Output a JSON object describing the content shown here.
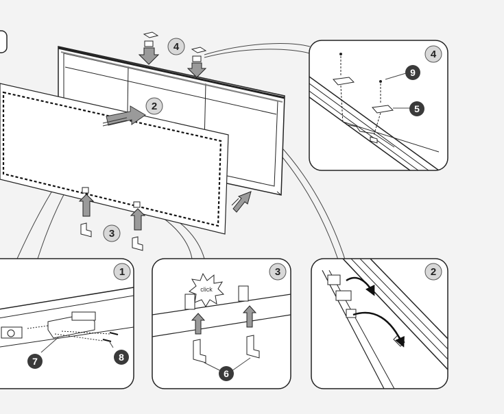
{
  "step_badges": {
    "step_2_main": "2",
    "step_4_main": "4",
    "step_3_main": "3",
    "panel_1": "1",
    "panel_2": "2",
    "panel_3": "3",
    "panel_4": "4"
  },
  "part_callouts": {
    "part_5": "5",
    "part_6": "6",
    "part_7": "7",
    "part_8": "8",
    "part_9": "9"
  },
  "click_label": "click",
  "colors": {
    "background": "#f3f3f3",
    "panel_fill": "#ffffff",
    "line": "#222222",
    "arrow_gray": "#9a9a9a",
    "callout_dark": "#3a3a3a"
  }
}
